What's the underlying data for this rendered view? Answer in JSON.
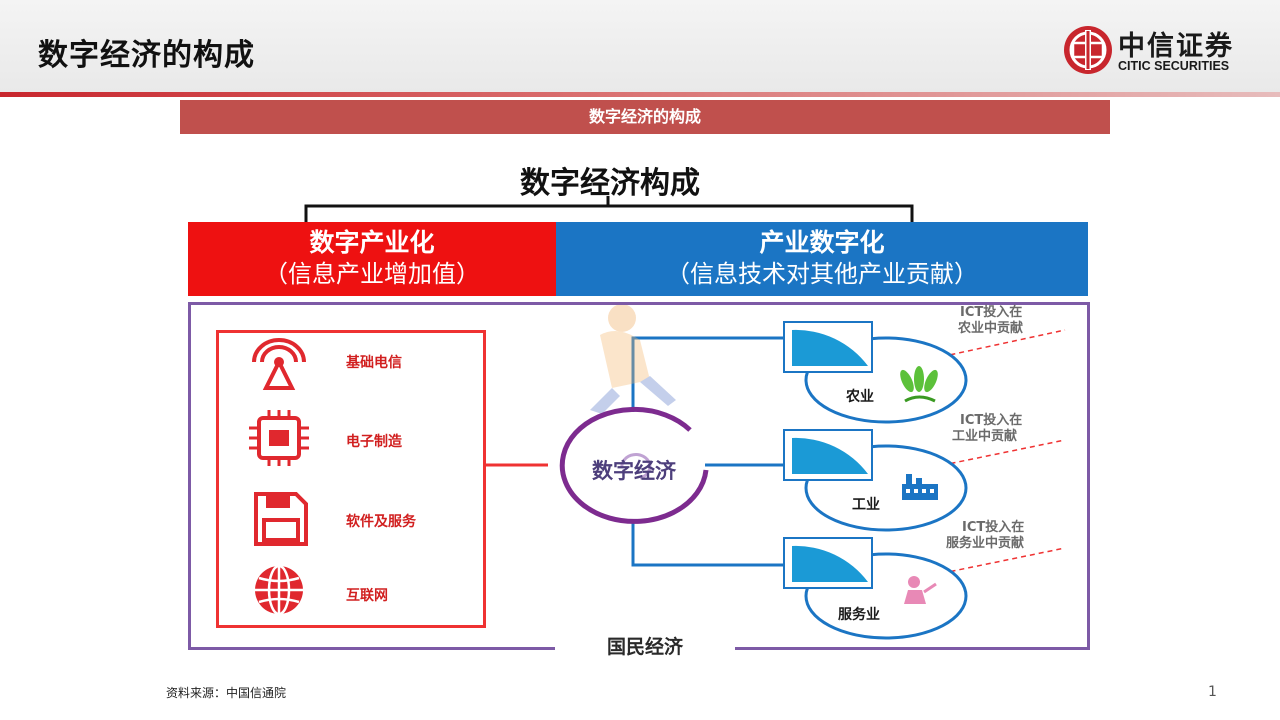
{
  "header": {
    "title": "数字经济的构成",
    "logo_cn": "中信证券",
    "logo_en": "CITIC SECURITIES"
  },
  "banner": {
    "text": "数字经济的构成"
  },
  "diagram": {
    "title": "数字经济构成",
    "left_block": {
      "title": "数字产业化",
      "subtitle": "（信息产业增加值）"
    },
    "right_block": {
      "title": "产业数字化",
      "subtitle": "（信息技术对其他产业贡献）"
    },
    "industries": [
      {
        "label": "基础电信",
        "icon": "signal-tower-icon"
      },
      {
        "label": "电子制造",
        "icon": "chip-icon"
      },
      {
        "label": "软件及服务",
        "icon": "floppy-disk-icon"
      },
      {
        "label": "互联网",
        "icon": "globe-icon"
      }
    ],
    "center": "数字经济",
    "sectors": [
      {
        "name": "农业",
        "ict_line1": "ICT投入在",
        "ict_line2": "农业中贡献",
        "icon": "wheat-icon"
      },
      {
        "name": "工业",
        "ict_line1": "ICT投入在",
        "ict_line2": "工业中贡献",
        "icon": "factory-icon"
      },
      {
        "name": "服务业",
        "ict_line1": "ICT投入在",
        "ict_line2": "服务业中贡献",
        "icon": "service-icon"
      }
    ],
    "bottom_label": "国民经济"
  },
  "footer": {
    "source": "资料来源：中国信通院",
    "page": "1"
  },
  "colors": {
    "red": "#ee1111",
    "blue": "#1b75c4",
    "purple": "#7d5aa6",
    "banner": "#c0504d"
  }
}
